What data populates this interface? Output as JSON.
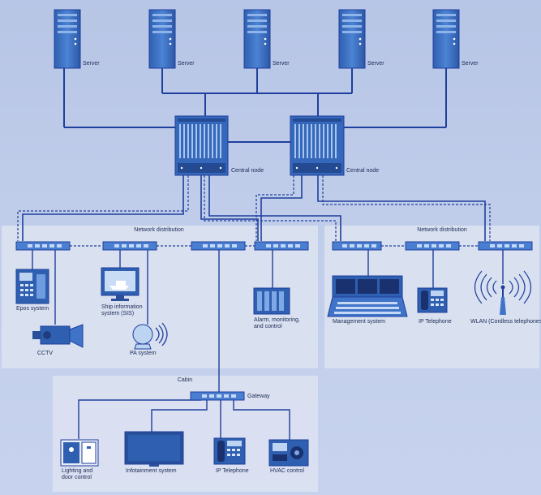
{
  "servers": [
    {
      "label": "Server"
    },
    {
      "label": "Server"
    },
    {
      "label": "Server"
    },
    {
      "label": "Server"
    },
    {
      "label": "Server"
    }
  ],
  "central_nodes": [
    {
      "label": "Central node"
    },
    {
      "label": "Central node"
    }
  ],
  "panels": {
    "left_distribution": {
      "title": "Network distribution"
    },
    "right_distribution": {
      "title": "Network distribution"
    },
    "cabin": {
      "title": "Cabin"
    }
  },
  "gateway": {
    "label": "Gateway"
  },
  "devices": {
    "epos": "Epos system",
    "cctv": "CCTV",
    "sis_line1": "Ship information",
    "sis_line2": "system (SIS)",
    "pa": "PA system",
    "alarm_line1": "Alarm, monitoring,",
    "alarm_line2": "and control",
    "management": "Management system",
    "ip_telephone_right": "IP Telephone",
    "wlan": "WLAN (Cordless telephones)",
    "lighting_line1": "Lighting and",
    "lighting_line2": "door control",
    "infotainment": "Infotainment system",
    "ip_telephone_cabin": "IP Telephone",
    "hvac": "HVAC control"
  },
  "colors": {
    "background": "#bccaea",
    "panel": "#dde3f1",
    "line": "#1f3f9c",
    "device": "#3f73c8",
    "device_dark": "#2a4f9a"
  }
}
